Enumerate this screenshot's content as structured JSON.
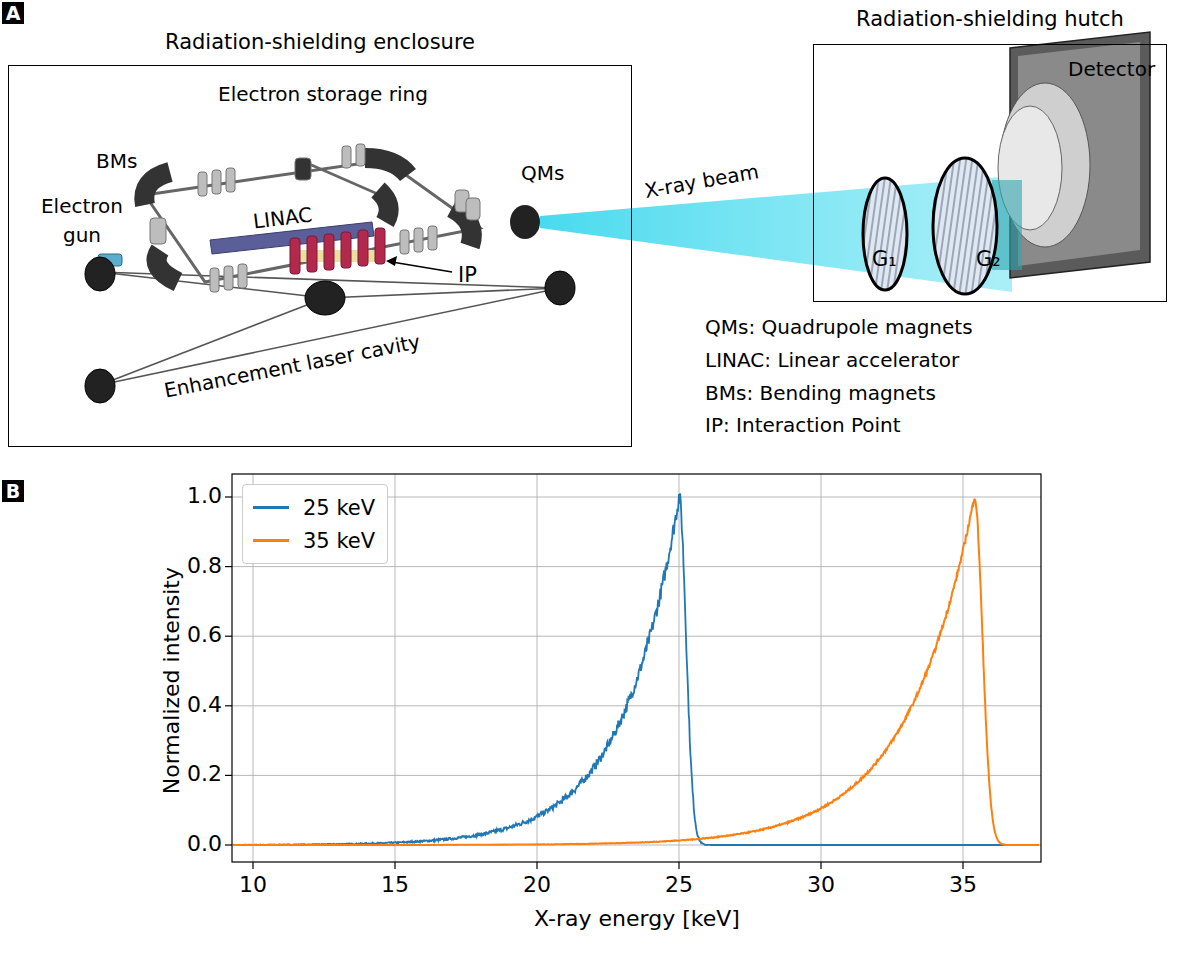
{
  "diagram": {
    "nodes": [
      {
        "text": [
          "Radiation-shielding enclosure"
        ]
      },
      {
        "text": [
          "Radiation-shielding hutch"
        ]
      }
    ],
    "labels": [
      "A",
      "Electron storage ring",
      "BMs",
      "QMs",
      "Electron gun",
      "LINAC",
      "IP",
      "Enhancement laser cavity",
      "X-ray beam",
      "Detector",
      "G₁",
      "G₂",
      "QMs: Quadrupole magnets",
      "LINAC: Linear accelerator",
      "BMs: Bending magnets",
      "IP: Interaction Point",
      "B",
      "0.0",
      "0.2",
      "0.4",
      "0.6",
      "0.8",
      "1.0",
      "10",
      "15",
      "20",
      "25",
      "30",
      "35",
      "Normalized intensity",
      "X-ray energy [keV]"
    ],
    "legend": [
      {
        "text": "25 keV",
        "color": "#1f77b4"
      },
      {
        "text": "35 keV",
        "color": "#ff7f0e"
      }
    ]
  }
}
